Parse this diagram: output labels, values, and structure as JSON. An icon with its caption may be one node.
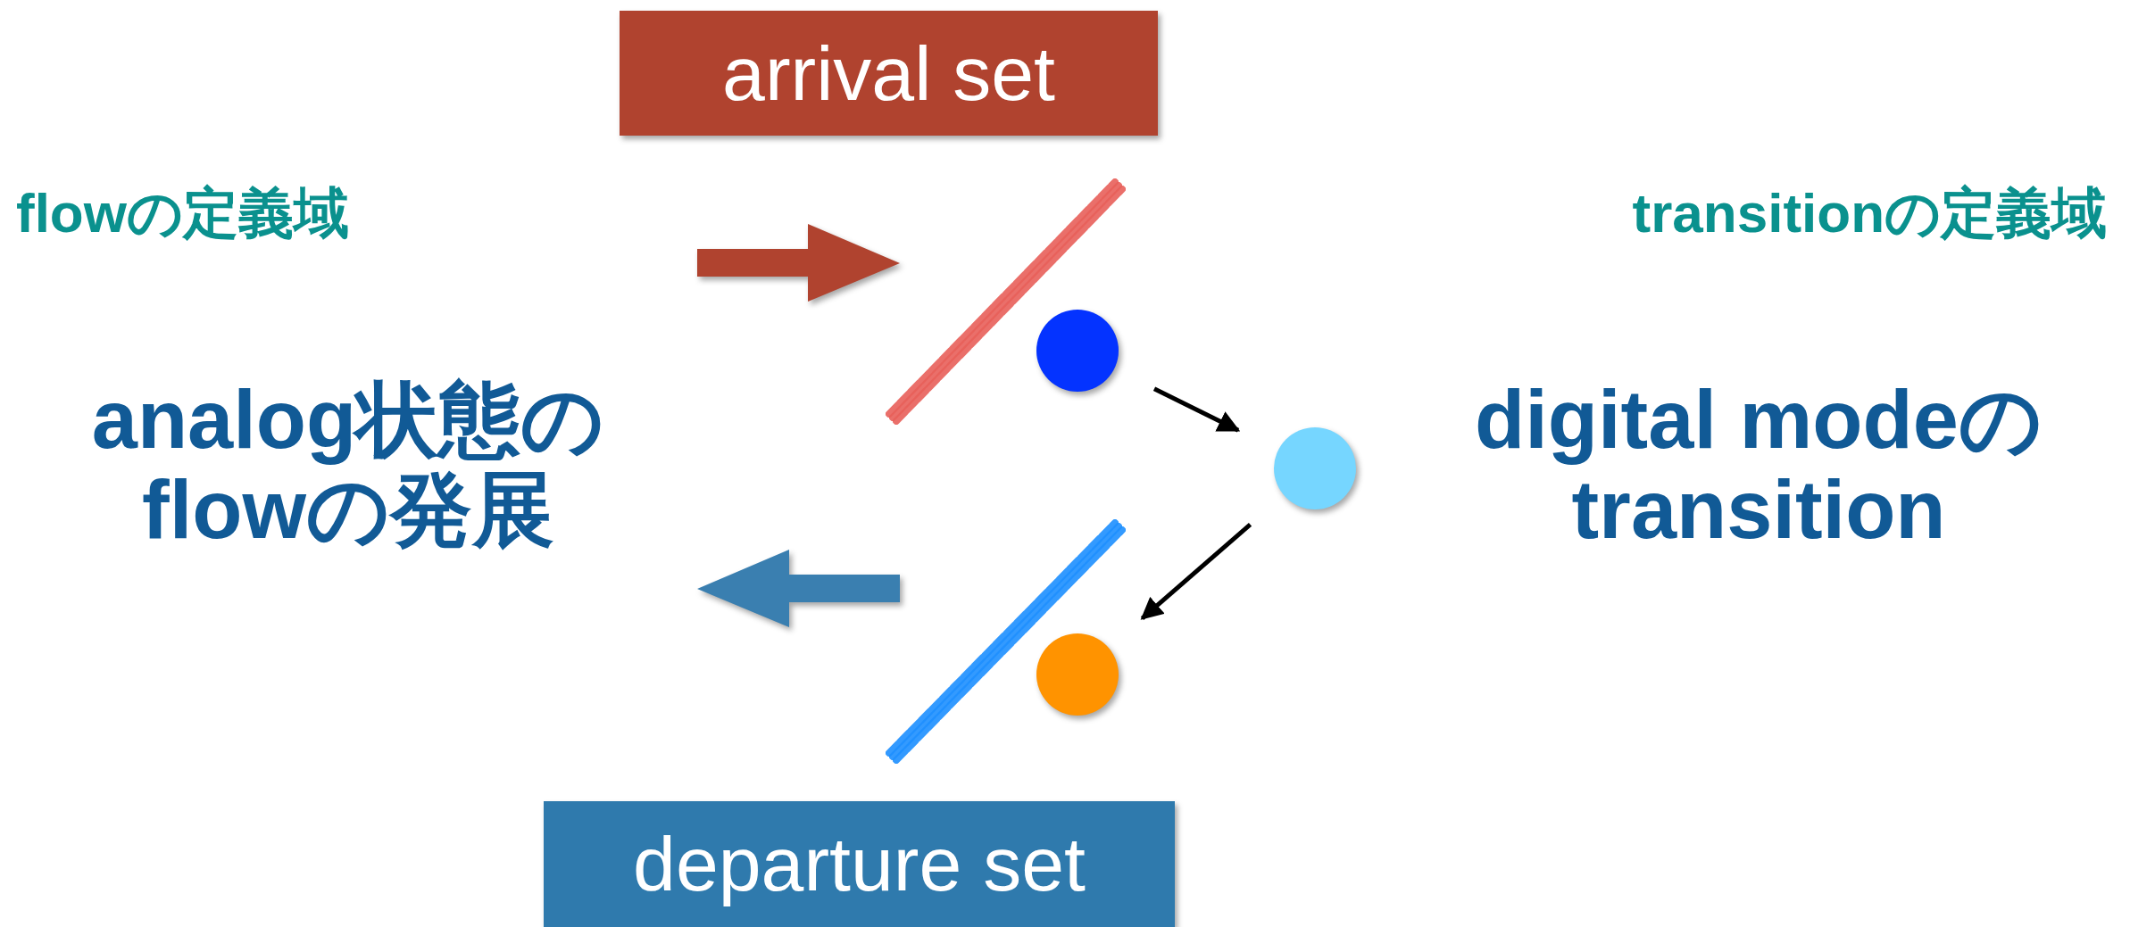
{
  "diagram": {
    "nodes": [
      {
        "text": [
          "arrival set"
        ]
      },
      {
        "text": [
          "departure set"
        ]
      },
      {
        "text": [],
        "shape": "circle"
      },
      {
        "text": [],
        "shape": "circle"
      },
      {
        "text": [],
        "shape": "circle"
      }
    ],
    "edges": [
      {
        "from": 2,
        "to": 3,
        "arrow": "to"
      },
      {
        "from": 3,
        "to": 4,
        "arrow": "to"
      }
    ],
    "labels": [
      "flowの定義域",
      "transitionの定義域",
      "analog状態のflowの発展",
      "digital modeのtransition"
    ]
  }
}
